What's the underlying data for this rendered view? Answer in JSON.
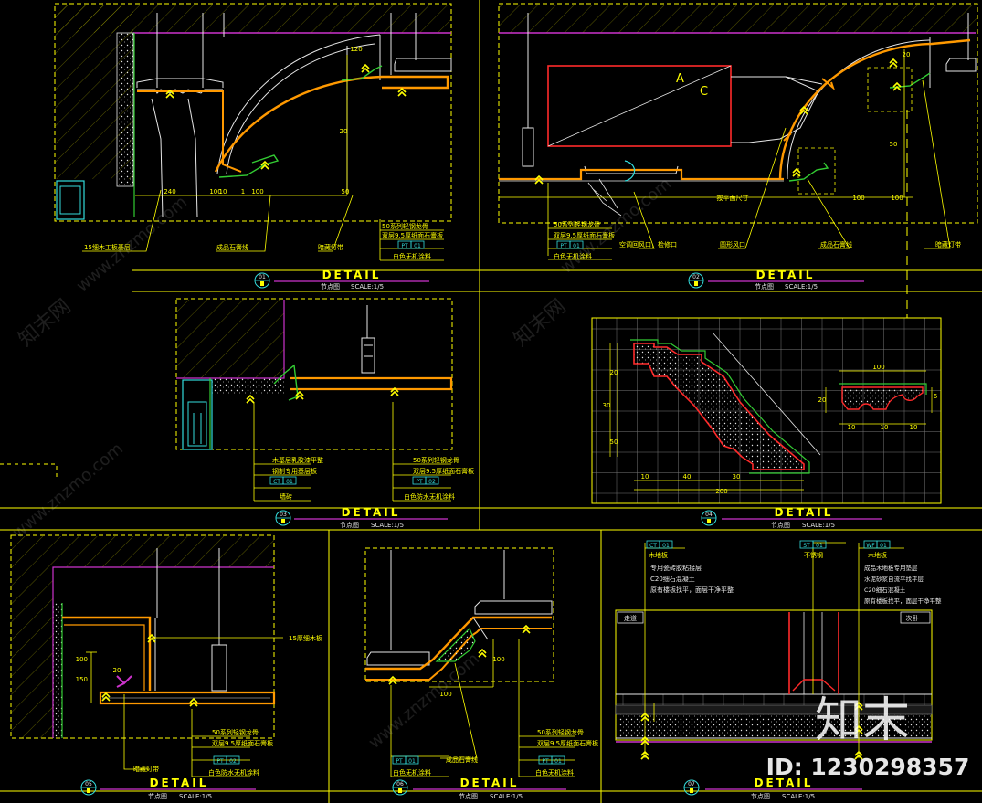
{
  "watermark": {
    "brand_cn": "知末",
    "id_text": "ID: 1230298357",
    "faint_cn": "知末网",
    "faint_url": "www.znzmo.com"
  },
  "colors": {
    "background": "#000000",
    "frame": "#ffff00",
    "hatch": "#ffff00",
    "callout": "#ffff00",
    "magenta": "#cc33cc",
    "red": "#ff2a2a",
    "orange": "#ff9900",
    "green": "#33cc33",
    "cyan": "#33dddd",
    "white": "#e6e6e6"
  },
  "details": [
    {
      "no": "01",
      "title": "DETAIL",
      "subtitle": "节点图",
      "scale": "SCALE:1/5",
      "dims": [
        "240",
        "100",
        "1",
        "10",
        "100",
        "50",
        "120",
        "20"
      ],
      "labels": [
        "15细木工板基层",
        "成品石膏线",
        "暗藏灯带",
        "50系列轻钢龙骨",
        "双层9.5厚纸面石膏板",
        "白色无机涂料"
      ],
      "tags": [
        {
          "code": "PT",
          "no": "01"
        }
      ]
    },
    {
      "no": "02",
      "title": "DETAIL",
      "subtitle": "节点图",
      "scale": "SCALE:1/5",
      "marks": [
        "A",
        "C"
      ],
      "dims": [
        "按平面尺寸",
        "100",
        "100",
        "50",
        "20"
      ],
      "labels": [
        "50系列轻钢龙骨",
        "双层9.5厚纸面石膏板",
        "白色无机涂料",
        "空调回风口，检修口",
        "圆形风口",
        "成品石膏线",
        "暗藏灯带"
      ],
      "tags": [
        {
          "code": "PT",
          "no": "01"
        }
      ]
    },
    {
      "no": "03",
      "title": "DETAIL",
      "subtitle": "节点图",
      "scale": "SCALE:1/5",
      "labels": [
        "木基层乳胶漆平整",
        "钢制专用基层板",
        "墙砖",
        "50系列轻钢龙骨",
        "双层9.5厚纸面石膏板",
        "白色防水无机涂料"
      ],
      "tags": [
        {
          "code": "CT",
          "no": "01"
        },
        {
          "code": "PT",
          "no": "02"
        }
      ]
    },
    {
      "no": "04",
      "title": "DETAIL",
      "subtitle": "节点图",
      "scale": "SCALE:1/5",
      "dims": [
        "20",
        "30",
        "50",
        "10",
        "40",
        "30",
        "200",
        "10",
        "10",
        "10",
        "6",
        "20",
        "100"
      ]
    },
    {
      "no": "05",
      "title": "DETAIL",
      "subtitle": "节点图",
      "scale": "SCALE:1/5",
      "dims": [
        "100",
        "150",
        "20"
      ],
      "labels": [
        "15厚细木板",
        "暗藏灯带",
        "50系列轻钢龙骨",
        "双层9.5厚纸面石膏板",
        "白色防水无机涂料"
      ],
      "tags": [
        {
          "code": "PT",
          "no": "02"
        }
      ]
    },
    {
      "no": "06",
      "title": "DETAIL",
      "subtitle": "节点图",
      "scale": "SCALE:1/5",
      "dims": [
        "100",
        "100"
      ],
      "labels": [
        "白色无机涂料",
        "成品石膏线",
        "50系列轻钢龙骨",
        "双层9.5厚纸面石膏板",
        "白色无机涂料"
      ],
      "tags": [
        {
          "code": "PT",
          "no": "01"
        },
        {
          "code": "PT",
          "no": "01"
        }
      ]
    },
    {
      "no": "07",
      "title": "DETAIL",
      "subtitle": "节点图",
      "scale": "SCALE:1/5",
      "rooms": [
        "走道",
        "次卧一"
      ],
      "labels": [
        "木地板",
        "专用瓷砖胶粘接层",
        "C20细石混凝土",
        "原有楼板找平，面层干净平整",
        "不锈钢",
        "木地板",
        "成品木地板专用垫层",
        "水泥砂浆自流平找平层",
        "C20细石混凝土",
        "原有楼板找平，面层干净平整"
      ],
      "tags": [
        {
          "code": "CT",
          "no": "01"
        },
        {
          "code": "ST",
          "no": "01"
        },
        {
          "code": "WF",
          "no": "01"
        }
      ]
    }
  ]
}
